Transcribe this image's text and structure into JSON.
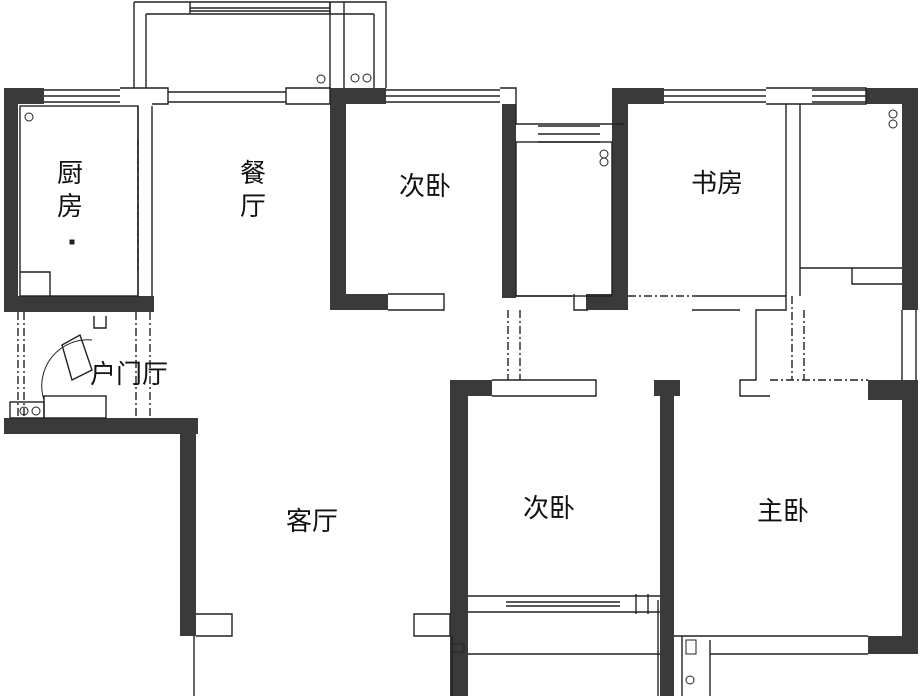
{
  "plan": {
    "rooms": {
      "kitchen": "厨房",
      "dining": "餐厅",
      "bedroom_north": "次卧",
      "study": "书房",
      "foyer": "户门厅",
      "living": "客厅",
      "bedroom_south": "次卧",
      "master": "主卧"
    },
    "colors": {
      "wall": "#3a3a3a",
      "line": "#222222",
      "background": "#ffffff"
    }
  }
}
